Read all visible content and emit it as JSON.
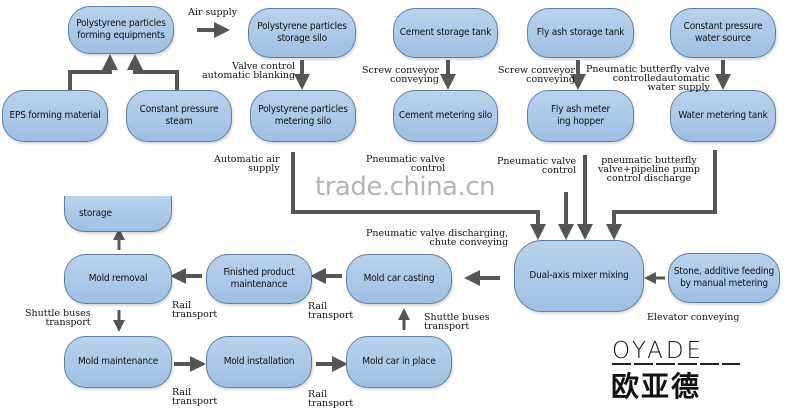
{
  "diagram": {
    "nodes": {
      "ps_forming": "Polystyrene particles\nforming equipments",
      "ps_storage": "Polystyrene particles\nstorage silo",
      "cement_storage": "Cement storage tank",
      "flyash_storage": "Fly ash storage tank",
      "water_source": "Constant pressure\nwater source",
      "eps_material": "EPS forming material",
      "steam": "Constant pressure\nsteam",
      "ps_metering": "Polystyrene particles\nmetering silo",
      "cement_metering": "Cement metering silo",
      "flyash_metering": "Fly ash meter\ning hopper",
      "water_metering": "Water metering tank",
      "storage": "storage",
      "mold_removal": "Mold removal",
      "finished_maintenance": "Finished product\nmaintenance",
      "mold_casting": "Mold car casting",
      "mixer": "Dual-axis mixer mixing",
      "stone_feeding": "Stone, additive feeding\nby manual metering",
      "mold_maintenance": "Mold maintenance",
      "mold_installation": "Mold installation",
      "mold_in_place": "Mold car in place"
    },
    "labels": {
      "air_supply": "Air supply",
      "valve_blanking": "Valve control\nautomatic blanking",
      "screw_cement": "Screw conveyor\nconveying",
      "screw_flyash": "Screw conveyor\nconveying",
      "butterfly_water": "Pneumatic butterfly valve\ncontrolledautomatic\nwater supply",
      "auto_air": "Automatic air\nsupply",
      "pv_cement": "Pneumatic valve\ncontrol",
      "pv_flyash": "Pneumatic valve\ncontrol",
      "butterfly_pump": "pneumatic butterfly\nvalve+pipeline pump\ncontrol discharge",
      "pv_discharging": "Pneumatic valve discharging,\nchute conveying",
      "elevator": "Elevator conveying",
      "shuttle_left": "Shuttle buses\ntransport",
      "rail_1": "Rail\ntransport",
      "rail_2": "Rail\ntransport",
      "shuttle_right": "Shuttle buses\ntransport",
      "rail_3": "Rail\ntransport",
      "rail_4": "Rail\ntransport"
    },
    "watermark": "trade.china.cn",
    "logo": {
      "en": "OYADE",
      "cn": "欧亚德"
    },
    "colors": {
      "box_fill": "#a9c6e8",
      "box_border": "#5d7fa6",
      "arrow": "#555555"
    }
  }
}
